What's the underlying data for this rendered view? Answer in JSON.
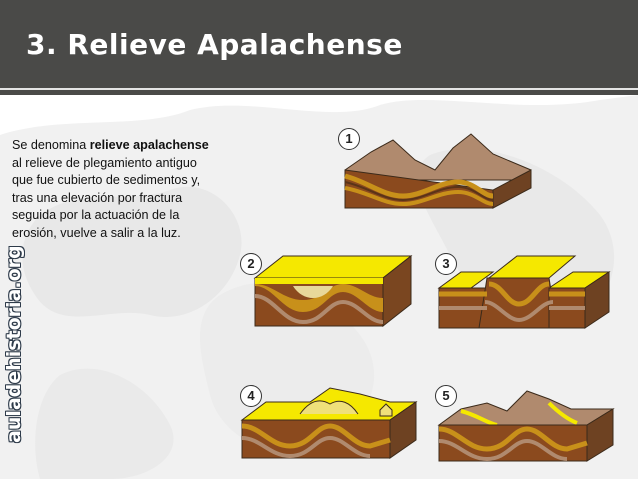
{
  "slide": {
    "title": "3. Relieve Apalachense",
    "logo_text": "auladehistoria.org"
  },
  "description": {
    "intro": "Se denomina ",
    "term": "relieve apalachense",
    "rest": " al relieve de plegamiento antiguo que fue cubierto de sedimentos y, tras una elevación por fractura seguida por la actuación de la erosión, vuelve a salir a la luz."
  },
  "steps": [
    {
      "label": "1",
      "stage": "plegamiento"
    },
    {
      "label": "2",
      "stage": "sedimentacion"
    },
    {
      "label": "3",
      "stage": "fractura"
    },
    {
      "label": "4",
      "stage": "erosion"
    },
    {
      "label": "5",
      "stage": "exhumacion"
    }
  ],
  "colors": {
    "header_bg": "#4a4a48",
    "sediment_yellow": "#f5e800",
    "layer_brown": "#8b4a1e",
    "layer_gold": "#c8901a",
    "layer_tan": "#b08a6e",
    "background_map": "#ededed"
  }
}
